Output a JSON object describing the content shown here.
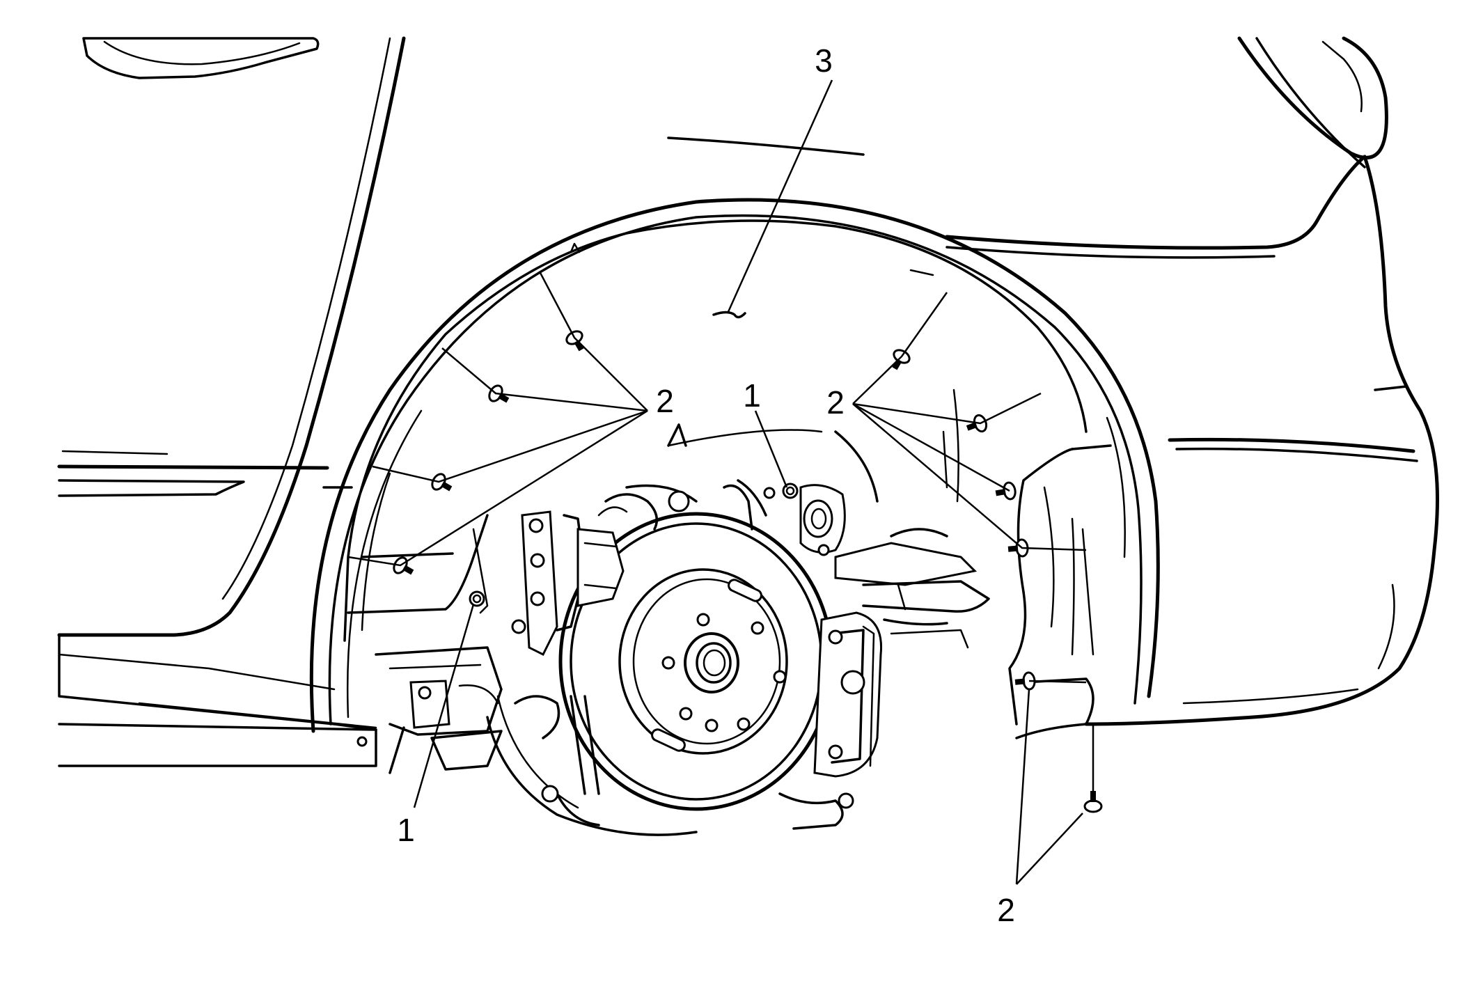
{
  "diagram": {
    "callouts": {
      "label_1": "1",
      "label_2": "2",
      "label_3": "3"
    },
    "parts": {
      "fastener_1": "1",
      "fastener_2": "2",
      "liner_3": "3"
    },
    "colors": {
      "line": "#000000",
      "background": "#ffffff"
    }
  }
}
